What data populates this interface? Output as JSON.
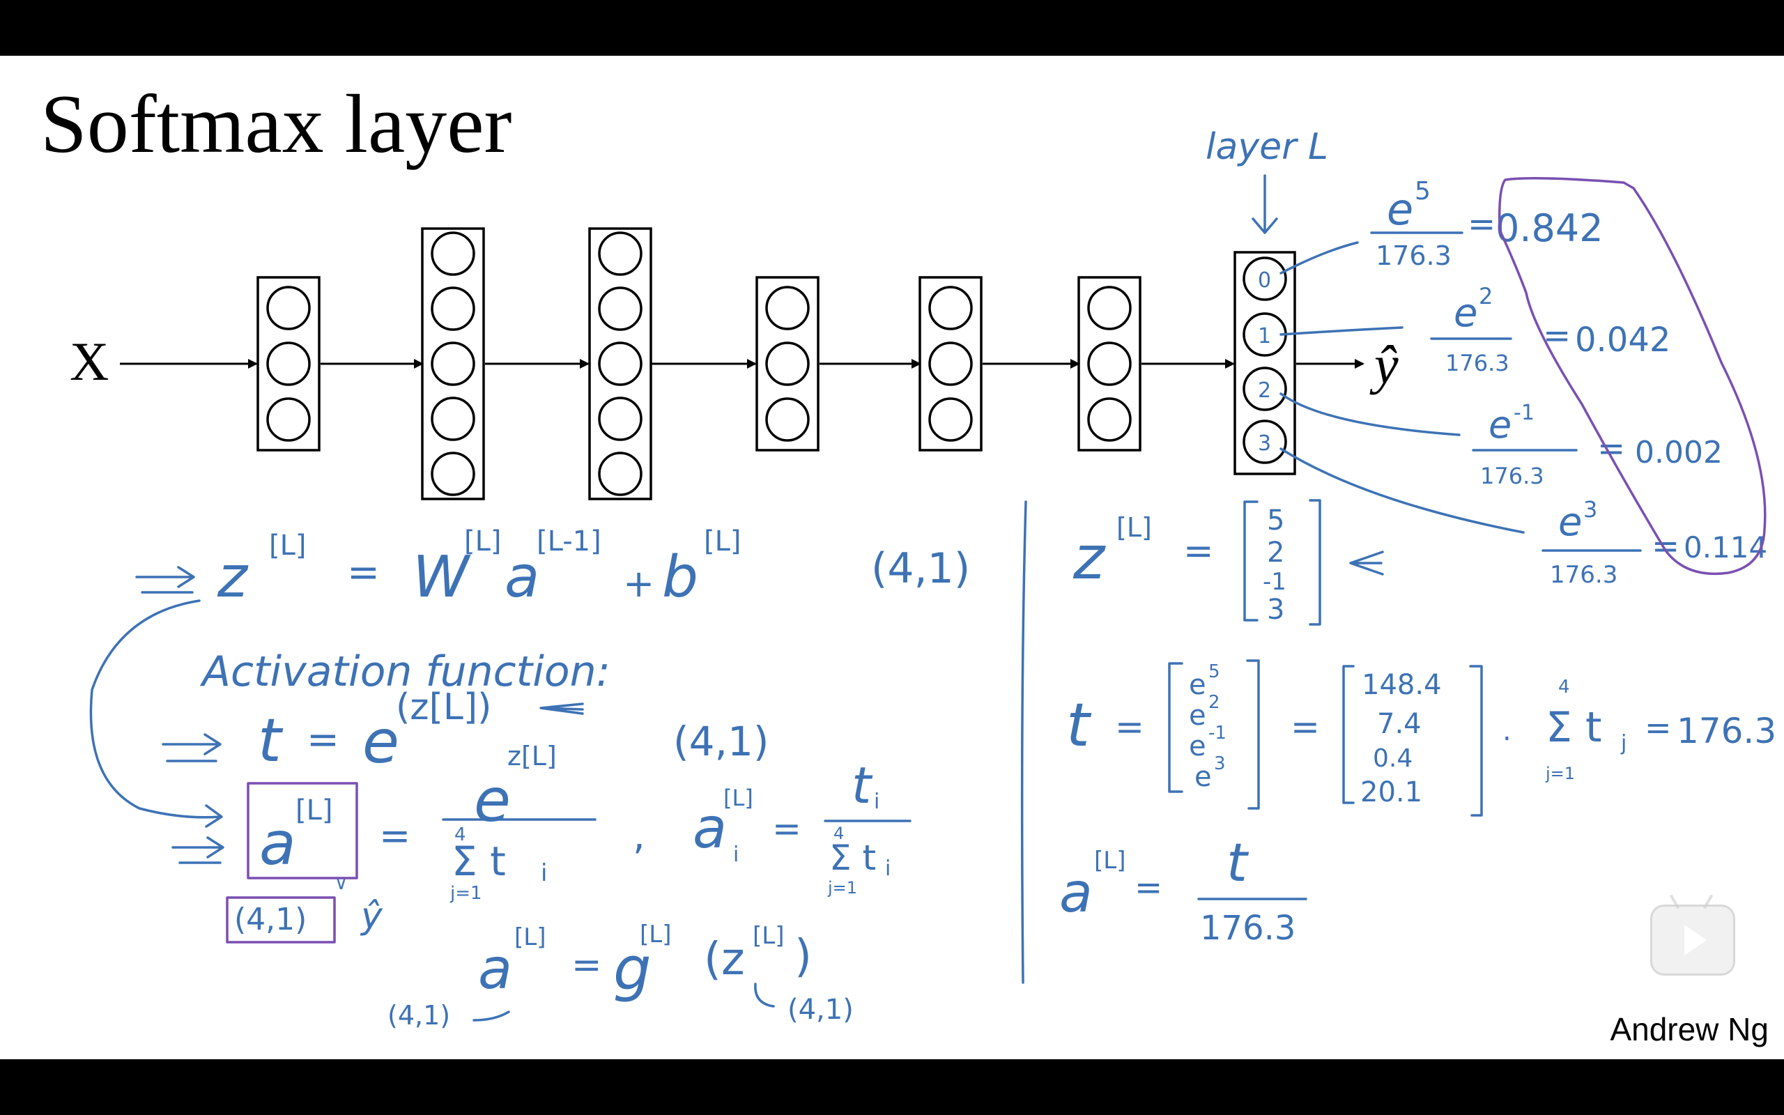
{
  "slide": {
    "title": "Softmax layer",
    "author": "Andrew Ng"
  },
  "network": {
    "input_label": "X",
    "output_label": "ŷ",
    "layer_L_label": "layer L",
    "output_node_labels": [
      "0",
      "1",
      "2",
      "3"
    ]
  },
  "annotations": {
    "softmax_outputs": [
      {
        "numerator": "e",
        "exponent": "5",
        "denominator": "176.3",
        "value": "0.842"
      },
      {
        "numerator": "e",
        "exponent": "2",
        "denominator": "176.3",
        "value": "0.042"
      },
      {
        "numerator": "e",
        "exponent": "-1",
        "denominator": "176.3",
        "value": "0.002"
      },
      {
        "numerator": "e",
        "exponent": "3",
        "denominator": "176.3",
        "value": "0.114"
      }
    ],
    "z_eq": {
      "lhs": "z",
      "lhs_sup": "[L]",
      "w": "W",
      "w_sup": "[L]",
      "a": "a",
      "a_sup": "[L-1]",
      "b": "b",
      "b_sup": "[L]",
      "shape": "(4,1)"
    },
    "activation_label": "Activation function:",
    "t_eq": {
      "lhs": "t",
      "base": "e",
      "exp": "(z[L])",
      "shape": "(4,1)"
    },
    "a_eq": {
      "lhs": "a",
      "lhs_sup": "[L]",
      "num": "e",
      "num_sup": "z[L]",
      "den": "Σ t",
      "den_sub": "j=1",
      "den_sup": "4",
      "den_i": "i"
    },
    "ai_eq": {
      "lhs": "a",
      "lhs_sup": "[L]",
      "lhs_sub": "i",
      "num": "t",
      "num_sub": "i",
      "den": "Σ t",
      "den_sub": "j=1",
      "den_sup": "4",
      "den_i": "i"
    },
    "a_shape": "(4,1)",
    "yhat": "ŷ",
    "g_eq": {
      "lhs": "a",
      "lhs_sup": "[L]",
      "g": "g",
      "g_sup": "[L]",
      "arg": "(z",
      "arg_sup": "[L]",
      "arg_close": ")",
      "shape_left": "(4,1)",
      "shape_right": "(4,1)"
    },
    "z_vector": {
      "lhs": "z",
      "lhs_sup": "[L]",
      "values": [
        "5",
        "2",
        "-1",
        "3"
      ]
    },
    "t_vector": {
      "lhs": "t",
      "exp_entries": [
        {
          "base": "e",
          "exp": "5"
        },
        {
          "base": "e",
          "exp": "2"
        },
        {
          "base": "e",
          "exp": "-1"
        },
        {
          "base": "e",
          "exp": "3"
        }
      ],
      "values": [
        "148.4",
        "7.4",
        "0.4",
        "20.1"
      ],
      "sum_label": "Σ t",
      "sum_sub": "j=1",
      "sum_sup": "4",
      "sum_j": "j",
      "sum_value": "176.3"
    },
    "a_final": {
      "lhs": "a",
      "lhs_sup": "[L]",
      "num": "t",
      "den": "176.3"
    }
  },
  "player": {
    "play_icon": "play-icon"
  }
}
